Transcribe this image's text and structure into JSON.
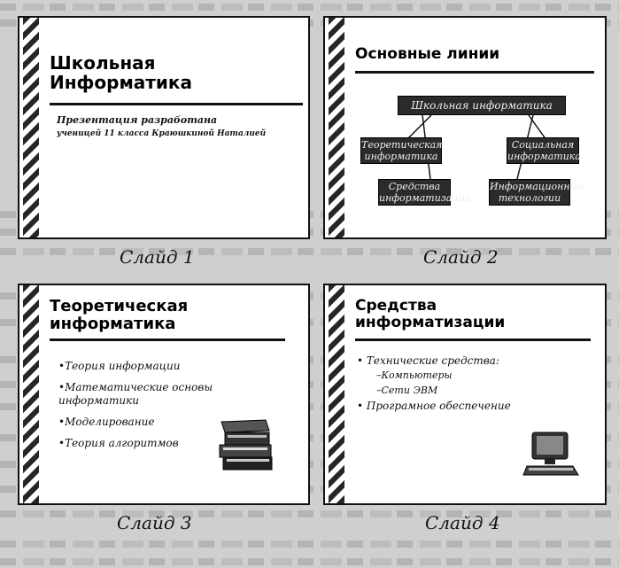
{
  "slides": [
    {
      "title_line1": "Школьная",
      "title_line2": "Информатика",
      "subtitle_line1": "Презентация разработана",
      "subtitle_line2": "ученицей 11 класса Краюшкиной Наталией",
      "caption": "Слайд 1"
    },
    {
      "title": "Основные линии",
      "root": "Школьная информатика",
      "nodes": [
        "Теоретическая информатика",
        "Социальная информатика",
        "Средства информатизации",
        "Информационные технологии"
      ],
      "caption": "Слайд 2"
    },
    {
      "title_line1": "Теоретическая",
      "title_line2": "информатика",
      "bullets": [
        "Теория информации",
        "Математические основы информатики",
        "Моделирование",
        "Теория алгоритмов"
      ],
      "caption": "Слайд 3"
    },
    {
      "title_line1": "Средства",
      "title_line2": "информатизации",
      "bullet1": "Технические средства:",
      "sub1": "–Компьютеры",
      "sub2": "–Сети ЭВМ",
      "bullet2": "Програмное обеспечение",
      "caption": "Слайд 4"
    }
  ]
}
